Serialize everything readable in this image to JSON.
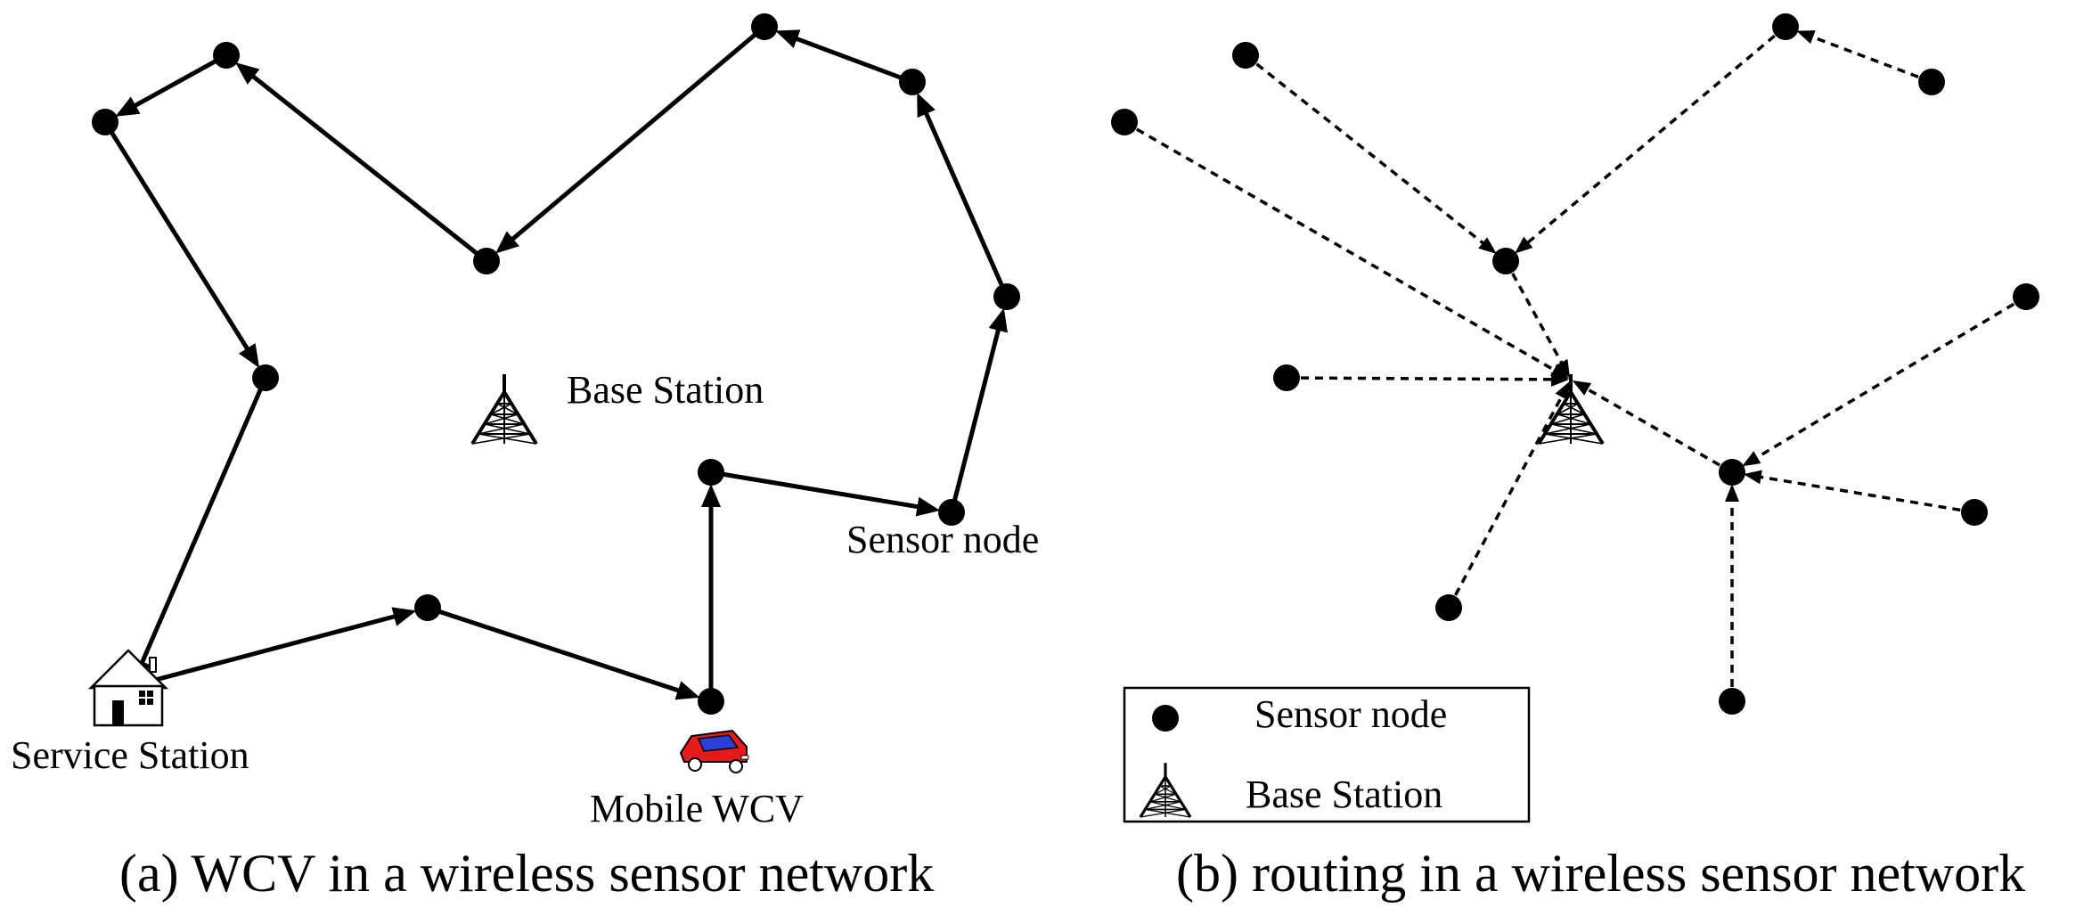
{
  "panel_a": {
    "caption": "(a) WCV in a wireless sensor network",
    "labels": {
      "base_station": "Base Station",
      "sensor_node": "Sensor node",
      "service_station": "Service Station",
      "mobile_wcv": "Mobile WCV"
    },
    "edge_style": "solid-arrow"
  },
  "panel_b": {
    "caption": "(b) routing in a wireless sensor network",
    "edge_style": "dashed-arrow",
    "legend": {
      "sensor_node": "Sensor node",
      "base_station": "Base Station"
    }
  },
  "icons": [
    "sensor-node-dot",
    "tower-icon",
    "house-icon",
    "car-icon"
  ],
  "colors": {
    "ink": "#000000",
    "car_body": "#e31b1b",
    "car_window": "#2a3fd6",
    "background": "#ffffff"
  }
}
